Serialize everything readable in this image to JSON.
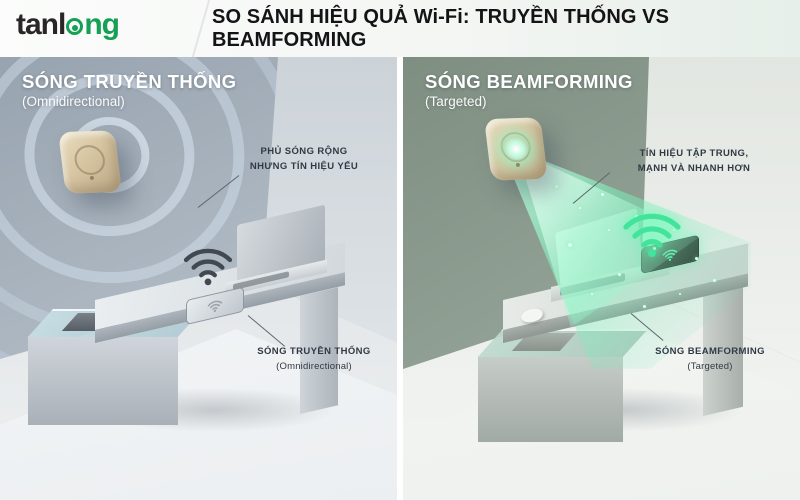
{
  "header": {
    "logo": {
      "brand": "tanlong",
      "prefix": "tanl",
      "suffix": "ng"
    },
    "title": "SO SÁNH HIỆU QUẢ Wi-Fi: TRUYỀN THỐNG VS BEAMFORMING"
  },
  "left_panel": {
    "heading": "SÓNG TRUYỀN THỐNG",
    "subheading": "(Omnidirectional)",
    "callout_signal": {
      "line1": "PHỦ SÓNG RỘNG",
      "line2": "NHƯNG TÍN HIỆU YẾU"
    },
    "callout_device": {
      "line1": "SÓNG TRUYỀN THỐNG",
      "line2": "(Omnidirectional)"
    }
  },
  "right_panel": {
    "heading": "SÓNG BEAMFORMING",
    "subheading": "(Targeted)",
    "callout_signal": {
      "line1": "TÍN HIỆU TẬP TRUNG,",
      "line2": "MẠNH VÀ NHANH HƠN"
    },
    "callout_device": {
      "line1": "SÓNG BEAMFORMING",
      "line2": "(Targeted)"
    }
  },
  "icons": {
    "weak_signal": "wifi-icon",
    "strong_signal": "wifi-icon",
    "logo_mark": "ring-dot-o-mark"
  },
  "colors": {
    "brand_green": "#16a054",
    "title_text": "#141417",
    "callout_text": "#313a44",
    "left_wall": "#aab4be",
    "wave_blue": "#cfdeed",
    "right_wall": "#8e9d91",
    "beam_green": "#6fe9b4",
    "wifi_weak": "#41484f",
    "wifi_strong": "#42e39a",
    "access_point_beige": "#d7c5a1"
  }
}
